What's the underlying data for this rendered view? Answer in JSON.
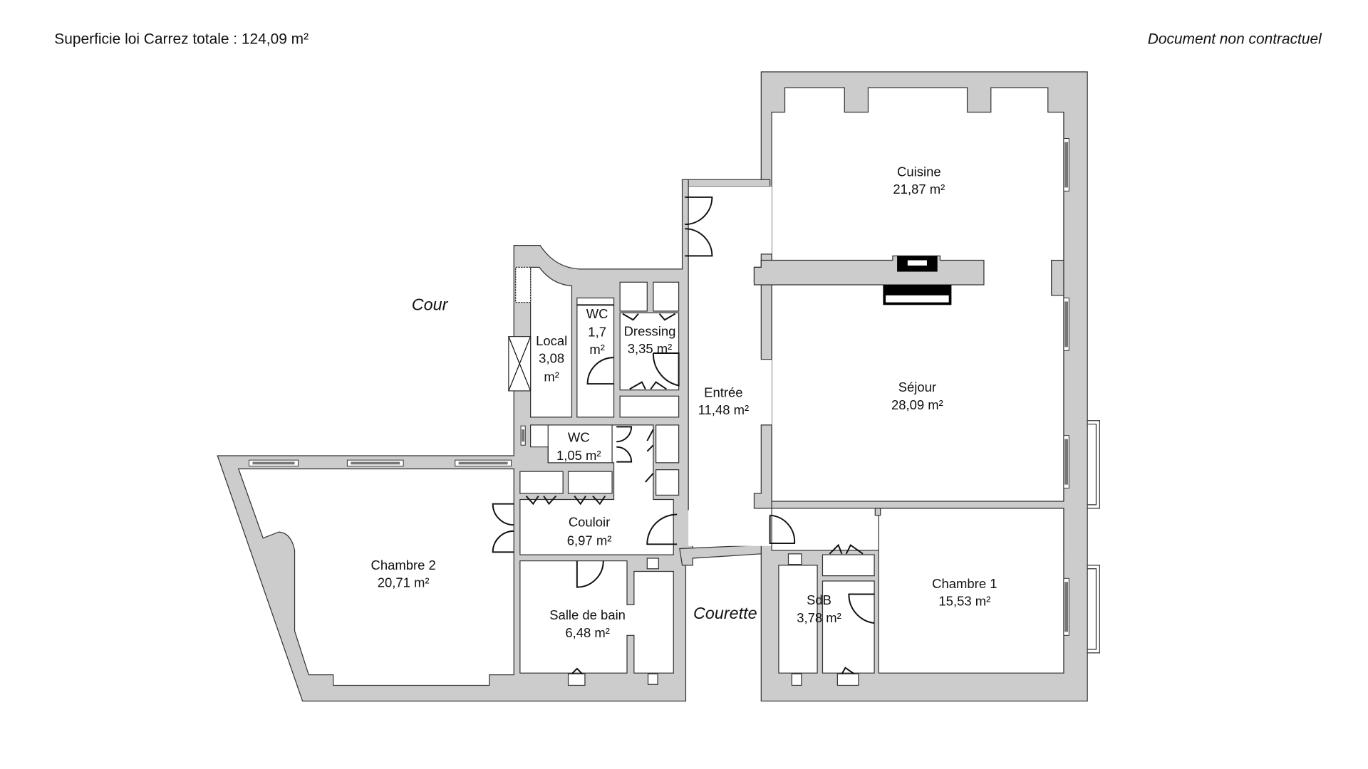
{
  "header": {
    "total_area": "Superficie loi Carrez totale : 124,09 m²",
    "disclaimer": "Document non contractuel"
  },
  "exterior": {
    "cour": "Cour",
    "courette": "Courette"
  },
  "rooms": {
    "cuisine": {
      "name": "Cuisine",
      "area": "21,87 m²"
    },
    "sejour": {
      "name": "Séjour",
      "area": "28,09 m²"
    },
    "entree": {
      "name": "Entrée",
      "area": "11,48 m²"
    },
    "local": {
      "name": "Local",
      "area_num": "3,08",
      "area_unit": "m²"
    },
    "wc1": {
      "name": "WC",
      "area_num": "1,7",
      "area_unit": "m²"
    },
    "dressing": {
      "name": "Dressing",
      "area": "3,35 m²"
    },
    "wc2": {
      "name": "WC",
      "area": "1,05 m²"
    },
    "couloir": {
      "name": "Couloir",
      "area": "6,97 m²"
    },
    "chambre2": {
      "name": "Chambre 2",
      "area": "20,71 m²"
    },
    "salle_de_bain": {
      "name": "Salle de bain",
      "area": "6,48 m²"
    },
    "sdb": {
      "name": "SdB",
      "area": "3,78 m²"
    },
    "chambre1": {
      "name": "Chambre 1",
      "area": "15,53 m²"
    }
  },
  "colors": {
    "wall": "#cccccc",
    "line": "#333333"
  }
}
